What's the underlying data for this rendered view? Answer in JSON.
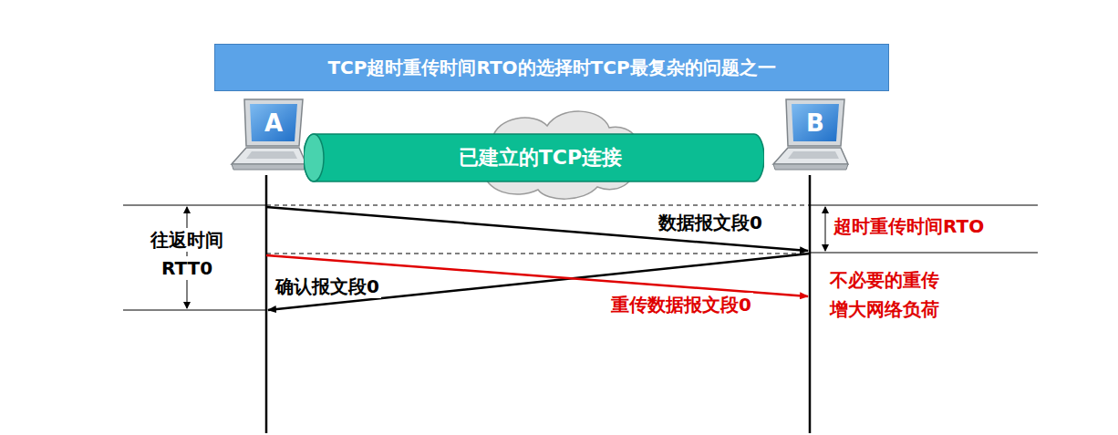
{
  "diagram": {
    "title": "TCP超时重传时间RTO的选择时TCP最复杂的问题之一",
    "nodes": [
      {
        "text": [
          "A"
        ]
      },
      {
        "text": [
          "已建立的TCP连接"
        ]
      },
      {
        "text": [
          "B"
        ]
      }
    ],
    "labels": [
      "数据报文段0",
      "往返时间",
      "RTT0",
      "超时重传时间RTO",
      "确认报文段0",
      "不必要的重传",
      "重传数据报文段0",
      "增大网络负荷"
    ]
  }
}
